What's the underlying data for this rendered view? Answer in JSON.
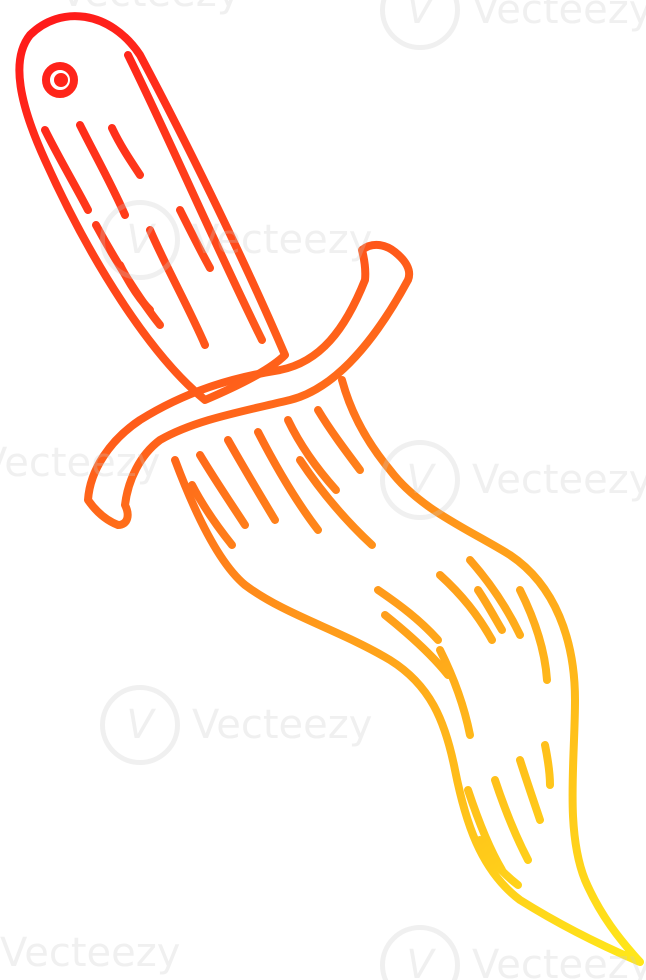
{
  "illustration": {
    "subject": "dagger-cartoon",
    "stroke_gradient": [
      "#ff1a1a",
      "#ff7a1a",
      "#ffb31a",
      "#ffe11a"
    ]
  },
  "watermarks": [
    {
      "text": "Vecteezy"
    },
    {
      "text": "Vecteezy"
    },
    {
      "text": "Vecteezy"
    },
    {
      "text": "Vecteezy"
    },
    {
      "text": "Vecteezy"
    },
    {
      "text": "Vecteezy"
    },
    {
      "text": "Vecteezy"
    },
    {
      "text": "Vecteezy"
    }
  ]
}
